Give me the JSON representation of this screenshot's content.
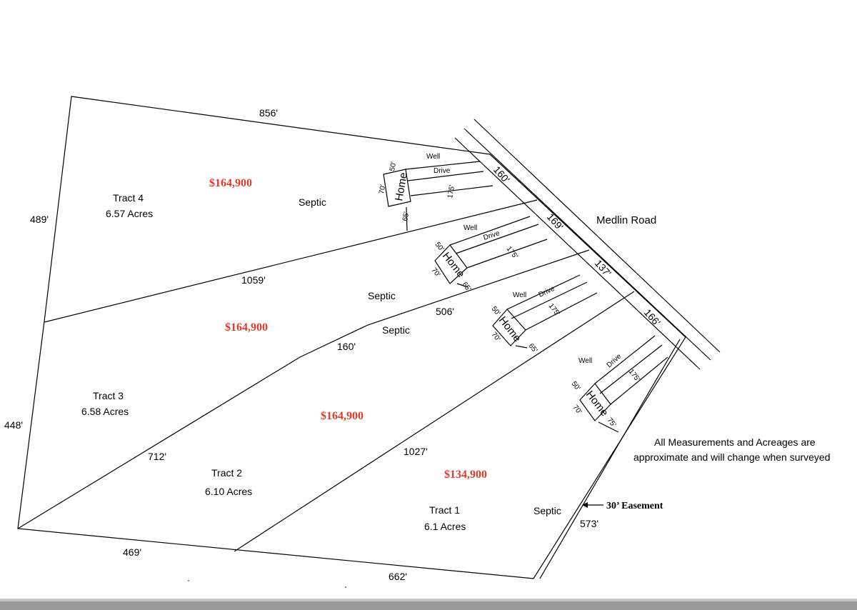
{
  "road": {
    "name": "Medlin  Road"
  },
  "note": {
    "line1": "All Measurements and Acreages are",
    "line2": "approximate and will change when surveyed"
  },
  "easement": "30’ Easement",
  "tracts": [
    {
      "name": "Tract 4",
      "acres": "6.57 Acres",
      "price": "$164,900"
    },
    {
      "name": "Tract 3",
      "acres": "6.58 Acres",
      "price": "$164,900"
    },
    {
      "name": "Tract 2",
      "acres": "6.10 Acres",
      "price": "$164,900"
    },
    {
      "name": "Tract 1",
      "acres": "6.1 Acres",
      "price": "$134,900"
    }
  ],
  "boundary": {
    "north": "856'",
    "west_upper": "489'",
    "west_lower": "448'",
    "south_west": "469'",
    "south_east": "662'",
    "east": "573'",
    "line_t4_t3": "1059'",
    "line_t3_t2_a": "506'",
    "line_t3_t2_b": "160'",
    "line_t3_t2_c": "712'",
    "line_t2_t1": "1027'"
  },
  "frontage": [
    "160'",
    "169'",
    "137'",
    "166'"
  ],
  "septic": [
    "Septic",
    "Septic",
    "Septic",
    "Septic"
  ],
  "lots": [
    {
      "home": "Home",
      "well": "Well",
      "drive": "Drive",
      "w": "50'",
      "d": "70'",
      "setback": "175'",
      "offset": "65'"
    },
    {
      "home": "Home",
      "well": "Well",
      "drive": "Drive",
      "w": "50'",
      "d": "70'",
      "setback": "175'",
      "offset": "65'"
    },
    {
      "home": "Home",
      "well": "Well",
      "drive": "Drive",
      "w": "50'",
      "d": "70'",
      "setback": "175'",
      "offset": "65'"
    },
    {
      "home": "Home",
      "well": "Well",
      "drive": "Drive",
      "w": "50'",
      "d": "70'",
      "setback": "175'",
      "offset": "75'"
    }
  ]
}
